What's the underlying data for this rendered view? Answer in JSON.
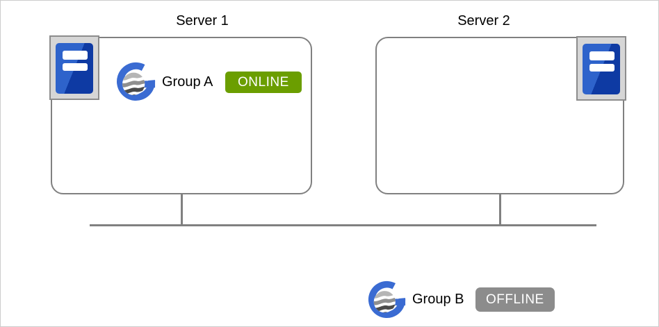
{
  "servers": [
    {
      "label": "Server 1",
      "groups": [
        {
          "name": "Group A",
          "status": "ONLINE",
          "status_color": "#6b9e00"
        }
      ]
    },
    {
      "label": "Server 2",
      "groups": []
    }
  ],
  "external_group": {
    "name": "Group B",
    "status": "OFFLINE",
    "status_color": "#8c8c8c"
  },
  "icons": {
    "server_icon": "server-tower-icon",
    "group_icon": "globe-g-logo-icon"
  },
  "colors": {
    "online_badge": "#6b9e00",
    "offline_badge": "#8c8c8c",
    "box_border": "#808080",
    "network_line": "#808080",
    "server_blue_light": "#2e63cb",
    "server_blue_dark": "#0e3aa3",
    "logo_blue": "#3a6bd2",
    "icon_frame_gray": "#d6d6d6"
  }
}
